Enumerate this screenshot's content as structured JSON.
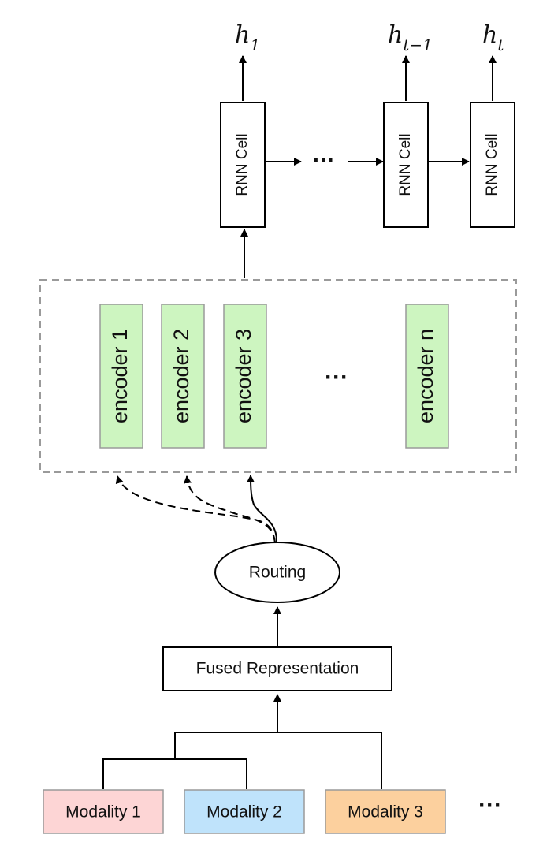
{
  "outputs": [
    {
      "base": "h",
      "sub": "1"
    },
    {
      "base": "h",
      "sub": "t−1"
    },
    {
      "base": "h",
      "sub": "t"
    }
  ],
  "rnn_cells": [
    "RNN Cell",
    "RNN Cell",
    "RNN Cell"
  ],
  "rnn_ellipsis": "···",
  "encoders": [
    "encoder 1",
    "encoder 2",
    "encoder 3",
    "encoder n"
  ],
  "encoder_ellipsis": "···",
  "routing_label": "Routing",
  "fused_label": "Fused Representation",
  "modalities": [
    {
      "label": "Modality 1",
      "color": "#fdd5d5"
    },
    {
      "label": "Modality 2",
      "color": "#bfe3fb"
    },
    {
      "label": "Modality 3",
      "color": "#fcd09e"
    }
  ],
  "modality_ellipsis": "···",
  "colors": {
    "encoder_fill": "#cdf5c0",
    "encoder_stroke": "#9a9a9a",
    "line": "#000000",
    "dashed_box": "#9a9a9a"
  }
}
